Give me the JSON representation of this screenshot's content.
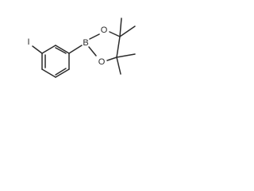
{
  "molecule": {
    "atoms": {
      "iodine": "I",
      "boron": "B",
      "oxygen_upper": "O",
      "oxygen_lower": "O"
    }
  },
  "colors": {
    "ink": "#2b2b2b",
    "background": "#ffffff"
  }
}
